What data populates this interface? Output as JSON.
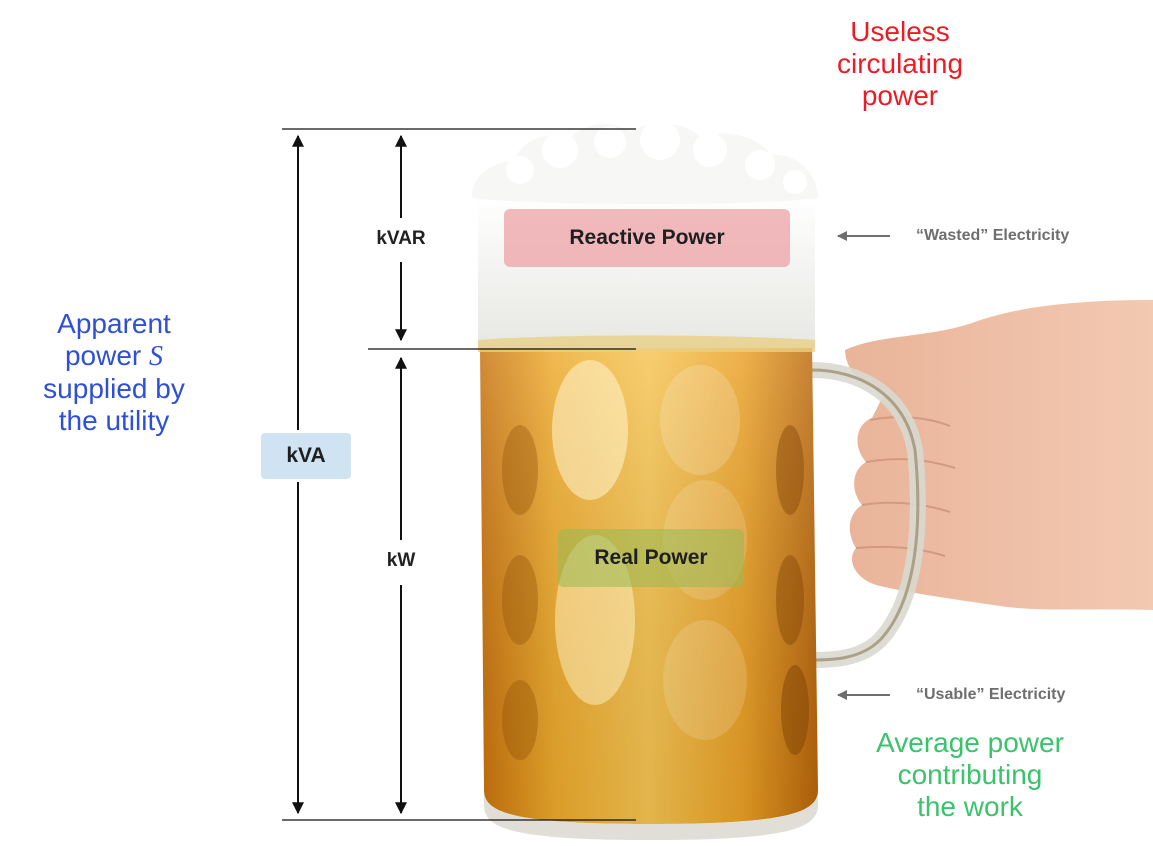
{
  "labels": {
    "apparent_line1": "Apparent",
    "apparent_line2": "power",
    "apparent_symbol": "S",
    "apparent_line3": "supplied by",
    "apparent_line4": "the utility",
    "useless": [
      "Useless",
      "circulating",
      "power"
    ],
    "average": [
      "Average power",
      "contributing",
      "the work"
    ],
    "wasted": "“Wasted” Electricity",
    "usable": "“Usable” Electricity",
    "kva": "kVA",
    "kvar": "kVAR",
    "kw": "kW",
    "reactive": "Reactive Power",
    "real": "Real Power"
  },
  "colors": {
    "apparent": "#2f4fd6",
    "useless": "#ec1c24",
    "average": "#3bc36b",
    "beer": "#e9a01c",
    "foam": "#f4f4f2",
    "reactive_box": "#eea5aa",
    "real_box": "#98ba54",
    "kva_box": "#cfe3f2"
  },
  "icons": [
    "beer-mug-icon",
    "hand-icon",
    "arrow-left-icon",
    "double-arrow-icon"
  ]
}
